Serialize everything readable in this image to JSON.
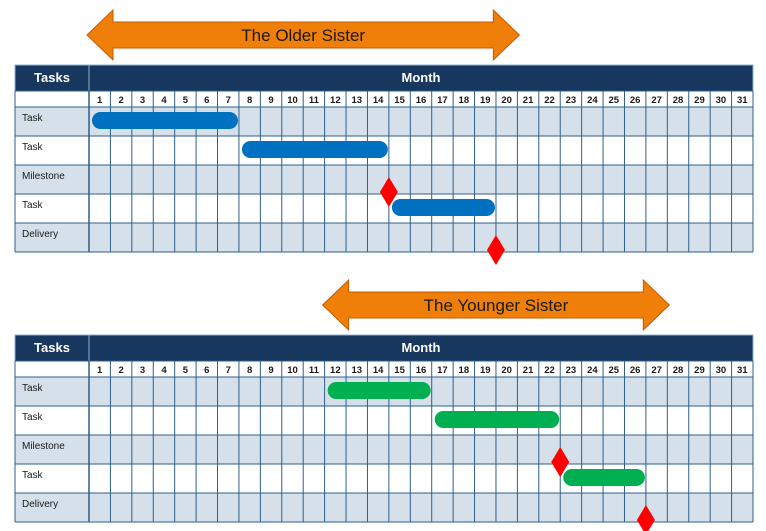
{
  "colors": {
    "header_fill": "#17375e",
    "grid_line": "#2e5f8a",
    "shaded_row": "#d6e0ea",
    "arrow_fill": "#f07f09",
    "arrow_stroke": "#c65a00",
    "milestone": "#ff0000"
  },
  "gantts": [
    {
      "banner": "The Older Sister",
      "banner_span": [
        1,
        20
      ],
      "header_tasks": "Tasks",
      "header_month": "Month",
      "days": [
        "1",
        "2",
        "3",
        "4",
        "5",
        "6",
        "7",
        "8",
        "9",
        "10",
        "11",
        "12",
        "13",
        "14",
        "15",
        "16",
        "17",
        "18",
        "19",
        "20",
        "21",
        "22",
        "23",
        "24",
        "25",
        "26",
        "27",
        "28",
        "29",
        "30",
        "31"
      ],
      "bar_color": "#0070c0",
      "rows": [
        {
          "label": "Task",
          "kind": "bar",
          "start": 1,
          "end": 7
        },
        {
          "label": "Task",
          "kind": "bar",
          "start": 8,
          "end": 14
        },
        {
          "label": "Milestone",
          "kind": "milestone",
          "day": 15
        },
        {
          "label": "Task",
          "kind": "bar",
          "start": 15,
          "end": 19
        },
        {
          "label": "Delivery",
          "kind": "milestone",
          "day": 20
        }
      ]
    },
    {
      "banner": "The Younger Sister",
      "banner_span": [
        12,
        27
      ],
      "header_tasks": "Tasks",
      "header_month": "Month",
      "days": [
        "1",
        "2",
        "3",
        "4",
        "5",
        "6",
        "7",
        "8",
        "9",
        "10",
        "11",
        "12",
        "13",
        "14",
        "15",
        "16",
        "17",
        "18",
        "19",
        "20",
        "21",
        "22",
        "23",
        "24",
        "25",
        "26",
        "27",
        "28",
        "29",
        "30",
        "31"
      ],
      "bar_color": "#00b050",
      "rows": [
        {
          "label": "Task",
          "kind": "bar",
          "start": 12,
          "end": 16
        },
        {
          "label": "Task",
          "kind": "bar",
          "start": 17,
          "end": 22
        },
        {
          "label": "Milestone",
          "kind": "milestone",
          "day": 23
        },
        {
          "label": "Task",
          "kind": "bar",
          "start": 23,
          "end": 26
        },
        {
          "label": "Delivery",
          "kind": "milestone",
          "day": 27
        }
      ]
    }
  ]
}
